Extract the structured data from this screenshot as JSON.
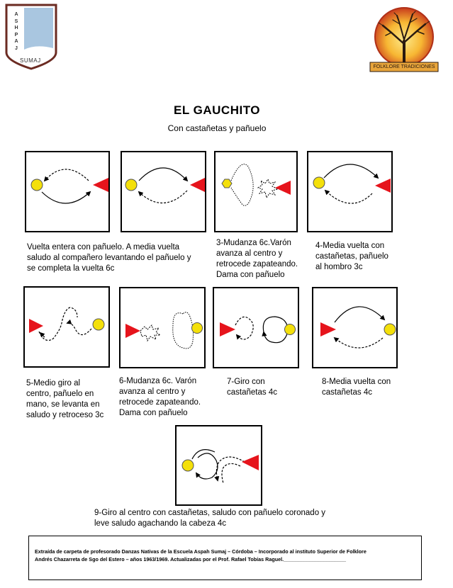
{
  "header": {
    "left_logo_letters": [
      "A",
      "S",
      "H",
      "P",
      "A",
      "J"
    ],
    "left_logo_word": "SUMAJ",
    "right_logo_text": "FOLKLORE TRADICIONES"
  },
  "title": "EL GAUCHITO",
  "subtitle": "Con castañetas y  pañuelo",
  "figures": [
    {
      "caption": "Vuelta entera con pañuelo. A media vuelta\nsaludo al compañero levantando el pañuelo y\nse completa la vuelta 6c"
    },
    {
      "caption": ""
    },
    {
      "caption": "3-Mudanza 6c.Varón\navanza al centro y\nretrocede zapateando.\nDama con pañuelo"
    },
    {
      "caption": "4-Media vuelta con\ncastañetas, pañuelo\nal hombro 3c"
    },
    {
      "caption": "5-Medio giro al\ncentro, pañuelo en\nmano, se levanta en\nsaludo y retroceso 3c"
    },
    {
      "caption": "6-Mudanza 6c. Varón\navanza al centro y\nretrocede zapateando.\nDama con pañuelo"
    },
    {
      "caption": "7-Giro con\ncastañetas 4c"
    },
    {
      "caption": "8-Media vuelta con\ncastañetas 4c"
    },
    {
      "caption": "9-Giro al centro con castañetas, saludo con pañuelo coronado y\nleve saludo agachando la cabeza 4c"
    }
  ],
  "footer": {
    "line1": "Extraída de carpeta de profesorado Danzas Nativas de la Escuela Aspah Sumaj – Córdoba – Incorporado al instituto Superior de Folklore",
    "line2": "Andrés Chazarreta de Sgo del Estero – años 1963/1969. Actualizadas por el Prof. Rafael Tobías Raguel.______________________"
  },
  "colors": {
    "dama": "#f4e00a",
    "varon": "#e6141c",
    "logo_sky": "#a9c6e0",
    "logo_border": "#6b2b22",
    "tree_sun": "#f7b733",
    "tree_ring": "#c83a1c",
    "banner": "#e8a53b"
  }
}
